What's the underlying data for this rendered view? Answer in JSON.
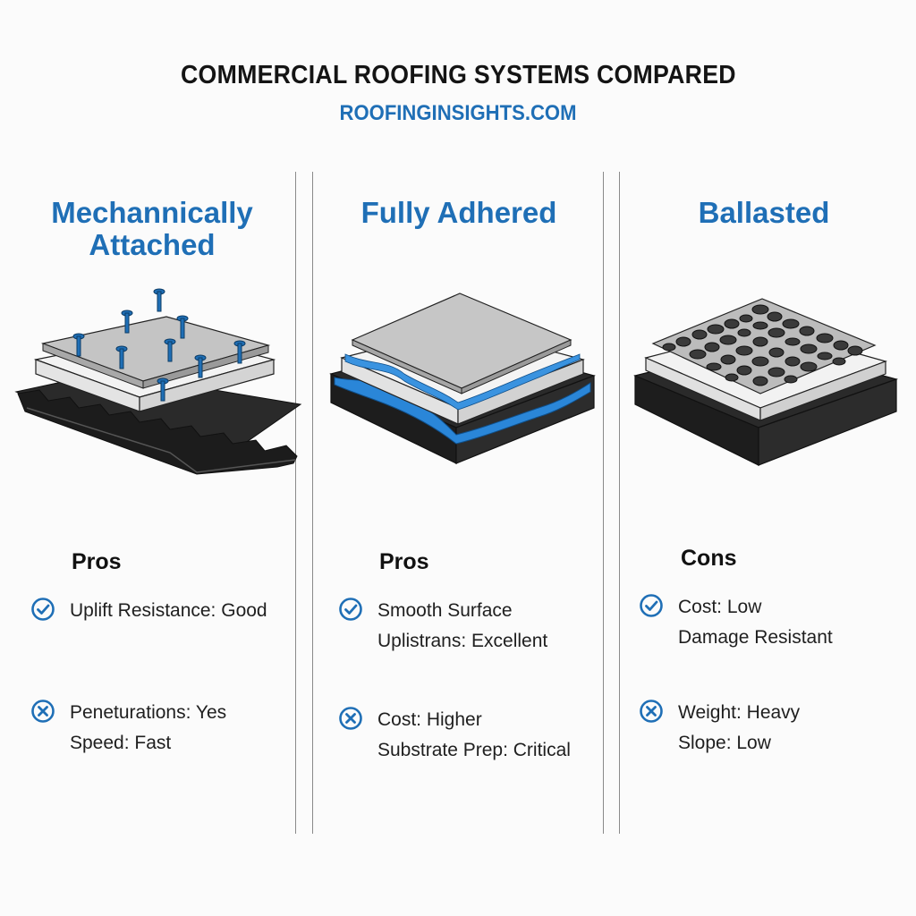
{
  "header": {
    "title": "COMMERCIAL ROOFING SYSTEMS COMPARED",
    "subtitle": "ROOFINGINSIGHTS.COM"
  },
  "colors": {
    "accent": "#1f6fb6",
    "text": "#1b1b1b",
    "background": "#fbfbfb"
  },
  "columns": [
    {
      "title_lines": [
        "Mechannically",
        "Attached"
      ],
      "section_label": "Pros",
      "check_items": [
        "Uplift Resistance: Good"
      ],
      "cross_items": [
        "Peneturations: Yes",
        "Speed: Fast"
      ]
    },
    {
      "title_lines": [
        "Fully Adhered"
      ],
      "section_label": "Pros",
      "check_items": [
        "Smooth Surface",
        "Uplistrans: Excellent"
      ],
      "cross_items": [
        "Cost: Higher",
        "Substrate Prep: Critical"
      ]
    },
    {
      "title_lines": [
        "Ballasted"
      ],
      "section_label": "Cons",
      "check_items": [
        "Cost: Low",
        "Damage Resistant"
      ],
      "cross_items": [
        "Weight: Heavy",
        "Slope: Low"
      ]
    }
  ],
  "icons": {
    "check": "check-circle-icon",
    "cross": "x-circle-icon"
  }
}
